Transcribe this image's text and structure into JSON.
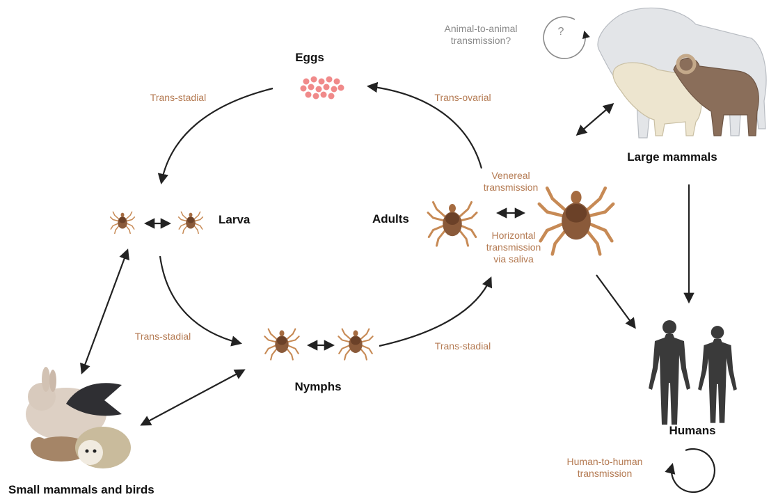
{
  "stages": {
    "eggs": "Eggs",
    "larva": "Larva",
    "nymphs": "Nymphs",
    "adults": "Adults"
  },
  "hosts": {
    "small": "Small mammals and birds",
    "large": "Large mammals",
    "humans": "Humans"
  },
  "routes": {
    "trans_stadial_eggs_larva": "Trans-stadial",
    "trans_ovarial": "Trans-ovarial",
    "trans_stadial_larva_nymphs": "Trans-stadial",
    "trans_stadial_nymphs_adults": "Trans-stadial",
    "venereal": "Venereal\ntransmission",
    "horizontal": "Horizontal\ntransmission\nvia saliva",
    "animal_to_animal": "Animal-to-animal\ntransmission?",
    "human_to_human": "Human-to-human\ntransmission",
    "unknown_mark": "?"
  },
  "colors": {
    "route_text": "#b47a52",
    "grey_text": "#8a8a8a",
    "arrow": "#222222",
    "tick_body": "#8a5a3a",
    "tick_leg": "#c78a55",
    "egg": "#f08a8a",
    "human": "#3a3a3a"
  }
}
